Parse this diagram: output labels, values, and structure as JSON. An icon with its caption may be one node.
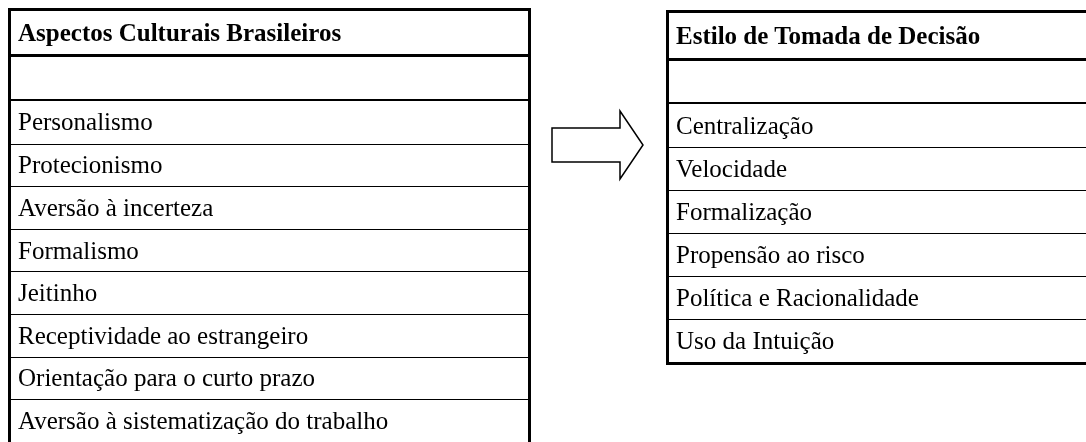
{
  "diagram": {
    "nodes": [
      {
        "text": [
          "Aspectos Culturais Brasileiros"
        ]
      },
      {
        "text": [
          "Personalismo"
        ],
        "in": 0
      },
      {
        "text": [
          "Protecionismo"
        ],
        "in": 0
      },
      {
        "text": [
          "Aversão à incerteza"
        ],
        "in": 0
      },
      {
        "text": [
          "Formalismo"
        ],
        "in": 0
      },
      {
        "text": [
          "Jeitinho"
        ],
        "in": 0
      },
      {
        "text": [
          "Receptividade ao estrangeiro"
        ],
        "in": 0
      },
      {
        "text": [
          "Orientação para o curto prazo"
        ],
        "in": 0
      },
      {
        "text": [
          "Aversão à sistematização do trabalho"
        ],
        "in": 0
      },
      {
        "text": [
          "Estilo de Tomada de Decisão"
        ]
      },
      {
        "text": [
          "Centralização"
        ],
        "in": 9
      },
      {
        "text": [
          "Velocidade"
        ],
        "in": 9
      },
      {
        "text": [
          "Formalização"
        ],
        "in": 9
      },
      {
        "text": [
          "Propensão ao risco"
        ],
        "in": 9
      },
      {
        "text": [
          "Política e Racionalidade"
        ],
        "in": 9
      },
      {
        "text": [
          "Uso da Intuição"
        ],
        "in": 9
      }
    ],
    "edges": [
      {
        "from": 0,
        "to": 9,
        "arrow": "to"
      }
    ]
  }
}
